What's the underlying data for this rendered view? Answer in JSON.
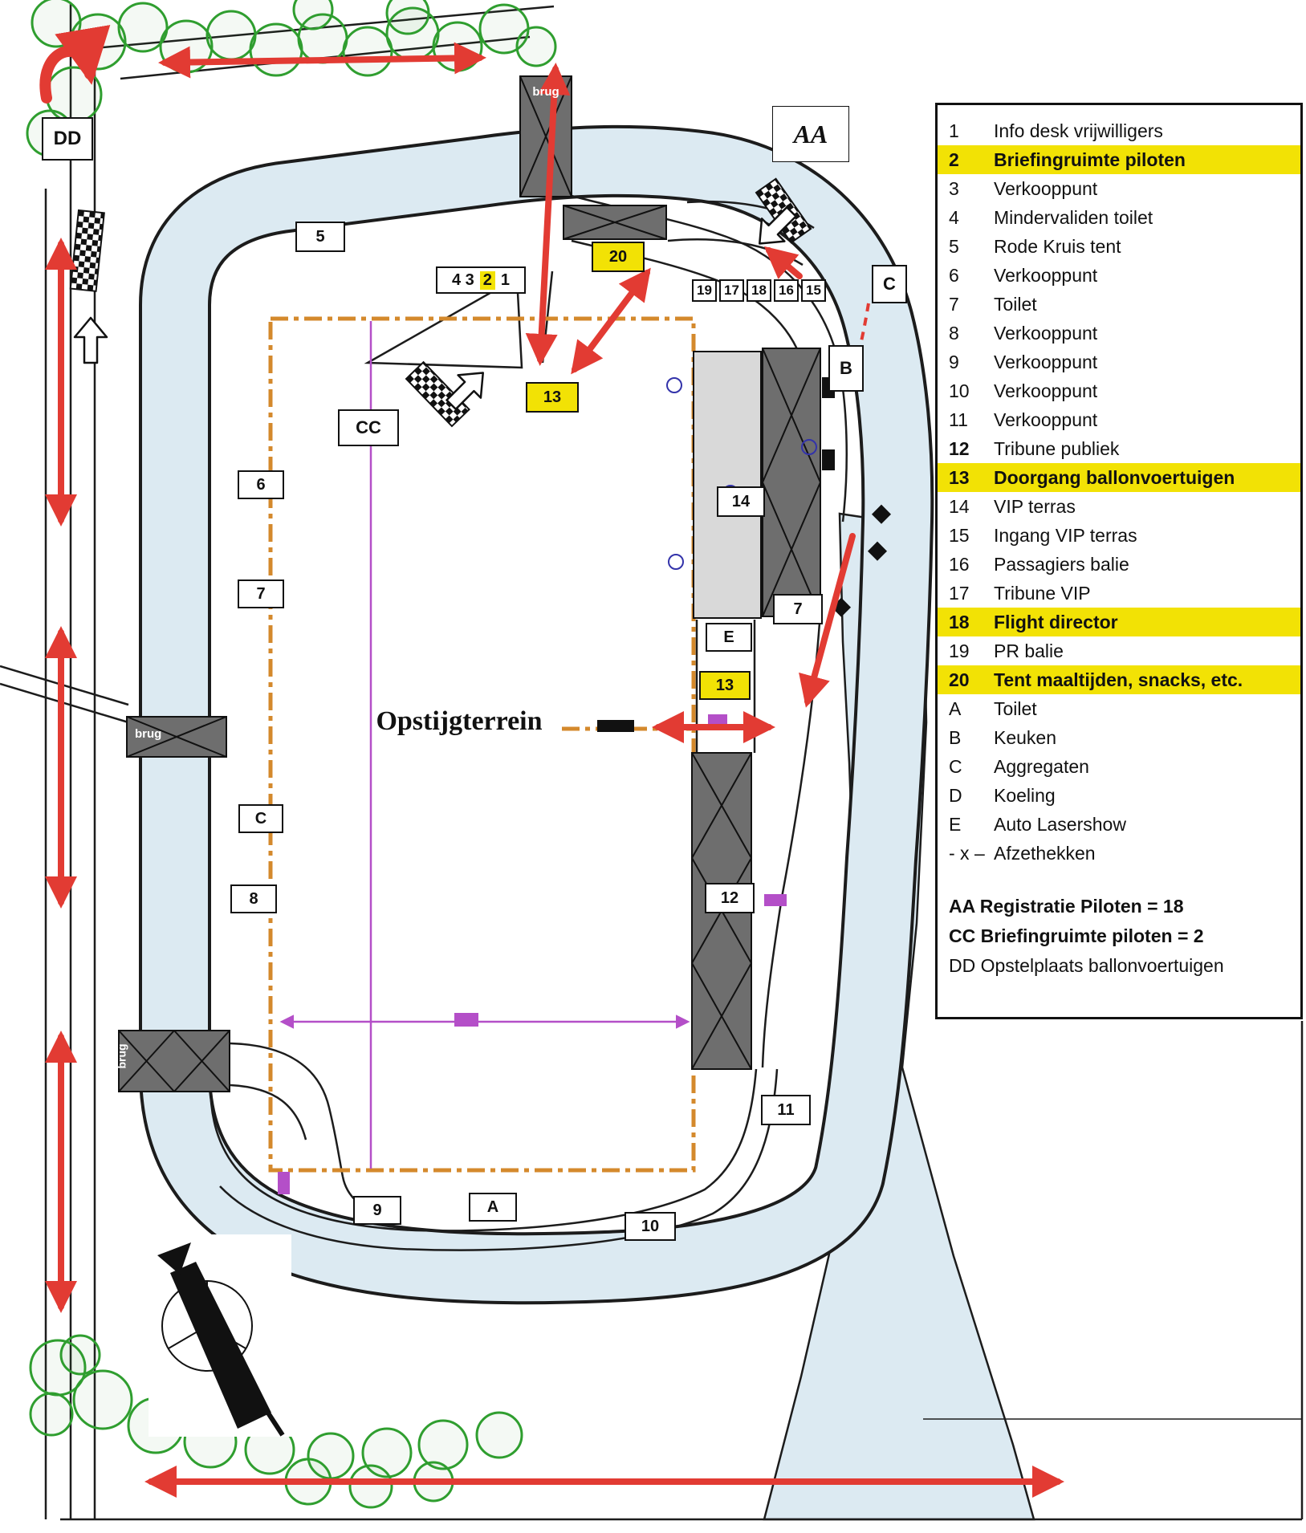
{
  "colors": {
    "red": "#e23b33",
    "yellow": "#f2e205",
    "water": "#dceaf2",
    "orange": "#d4892c",
    "green": "#2f9e2f",
    "purple": "#b44fc8",
    "grayDark": "#6e6e6e",
    "grayLight": "#d9d9d9"
  },
  "map": {
    "field_label": "Opstijgterrein",
    "bridges": {
      "top": "brug",
      "left": "brug",
      "bottom": "brug"
    },
    "aa_marker": "AA",
    "boxes": {
      "dd": "DD",
      "n5": "5",
      "n43": "4 3",
      "n2": "2",
      "n1": "1",
      "n20": "20",
      "n13_top": "13",
      "cc": "CC",
      "n6": "6",
      "n7_left": "7",
      "c_left": "C",
      "n8": "8",
      "n9": "9",
      "a": "A",
      "n10": "10",
      "n11": "11",
      "n12": "12",
      "n14": "14",
      "e": "E",
      "n13_mid": "13",
      "n7_right": "7",
      "b": "B",
      "c_top": "C",
      "n19": "19",
      "n17": "17",
      "n18": "18",
      "n16": "16",
      "n15": "15"
    }
  },
  "legend": {
    "items": [
      {
        "key": "1",
        "label": "Info desk vrijwilligers",
        "highlight": false
      },
      {
        "key": "2",
        "label": "Briefingruimte piloten",
        "highlight": true
      },
      {
        "key": "3",
        "label": "Verkooppunt",
        "highlight": false
      },
      {
        "key": "4",
        "label": "Mindervaliden toilet",
        "highlight": false
      },
      {
        "key": "5",
        "label": "Rode Kruis tent",
        "highlight": false
      },
      {
        "key": "6",
        "label": "Verkooppunt",
        "highlight": false
      },
      {
        "key": "7",
        "label": "Toilet",
        "highlight": false
      },
      {
        "key": "8",
        "label": "Verkooppunt",
        "highlight": false
      },
      {
        "key": "9",
        "label": "Verkooppunt",
        "highlight": false
      },
      {
        "key": "10",
        "label": "Verkooppunt",
        "highlight": false
      },
      {
        "key": "11",
        "label": "Verkooppunt",
        "highlight": false
      },
      {
        "key": "12",
        "label": "Tribune publiek",
        "highlight": false
      },
      {
        "key": "13",
        "label": "Doorgang ballonvoertuigen",
        "highlight": true
      },
      {
        "key": "14",
        "label": "VIP terras",
        "highlight": false
      },
      {
        "key": "15",
        "label": "Ingang VIP terras",
        "highlight": false
      },
      {
        "key": "16",
        "label": "Passagiers balie",
        "highlight": false
      },
      {
        "key": "17",
        "label": "Tribune VIP",
        "highlight": false
      },
      {
        "key": "18",
        "label": "Flight director",
        "highlight": true
      },
      {
        "key": "19",
        "label": "PR balie",
        "highlight": false
      },
      {
        "key": "20",
        "label": "Tent maaltijden, snacks, etc.",
        "highlight": true
      },
      {
        "key": "A",
        "label": "Toilet",
        "highlight": false
      },
      {
        "key": "B",
        "label": "Keuken",
        "highlight": false
      },
      {
        "key": "C",
        "label": "Aggregaten",
        "highlight": false
      },
      {
        "key": "D",
        "label": "Koeling",
        "highlight": false
      },
      {
        "key": "E",
        "label": "Auto Lasershow",
        "highlight": false
      },
      {
        "key": "- x –",
        "label": "Afzethekken",
        "highlight": false
      }
    ],
    "notes": [
      "AA Registratie Piloten = 18",
      "CC Briefingruimte piloten = 2",
      "DD Opstelplaats  ballonvoertuigen"
    ]
  }
}
